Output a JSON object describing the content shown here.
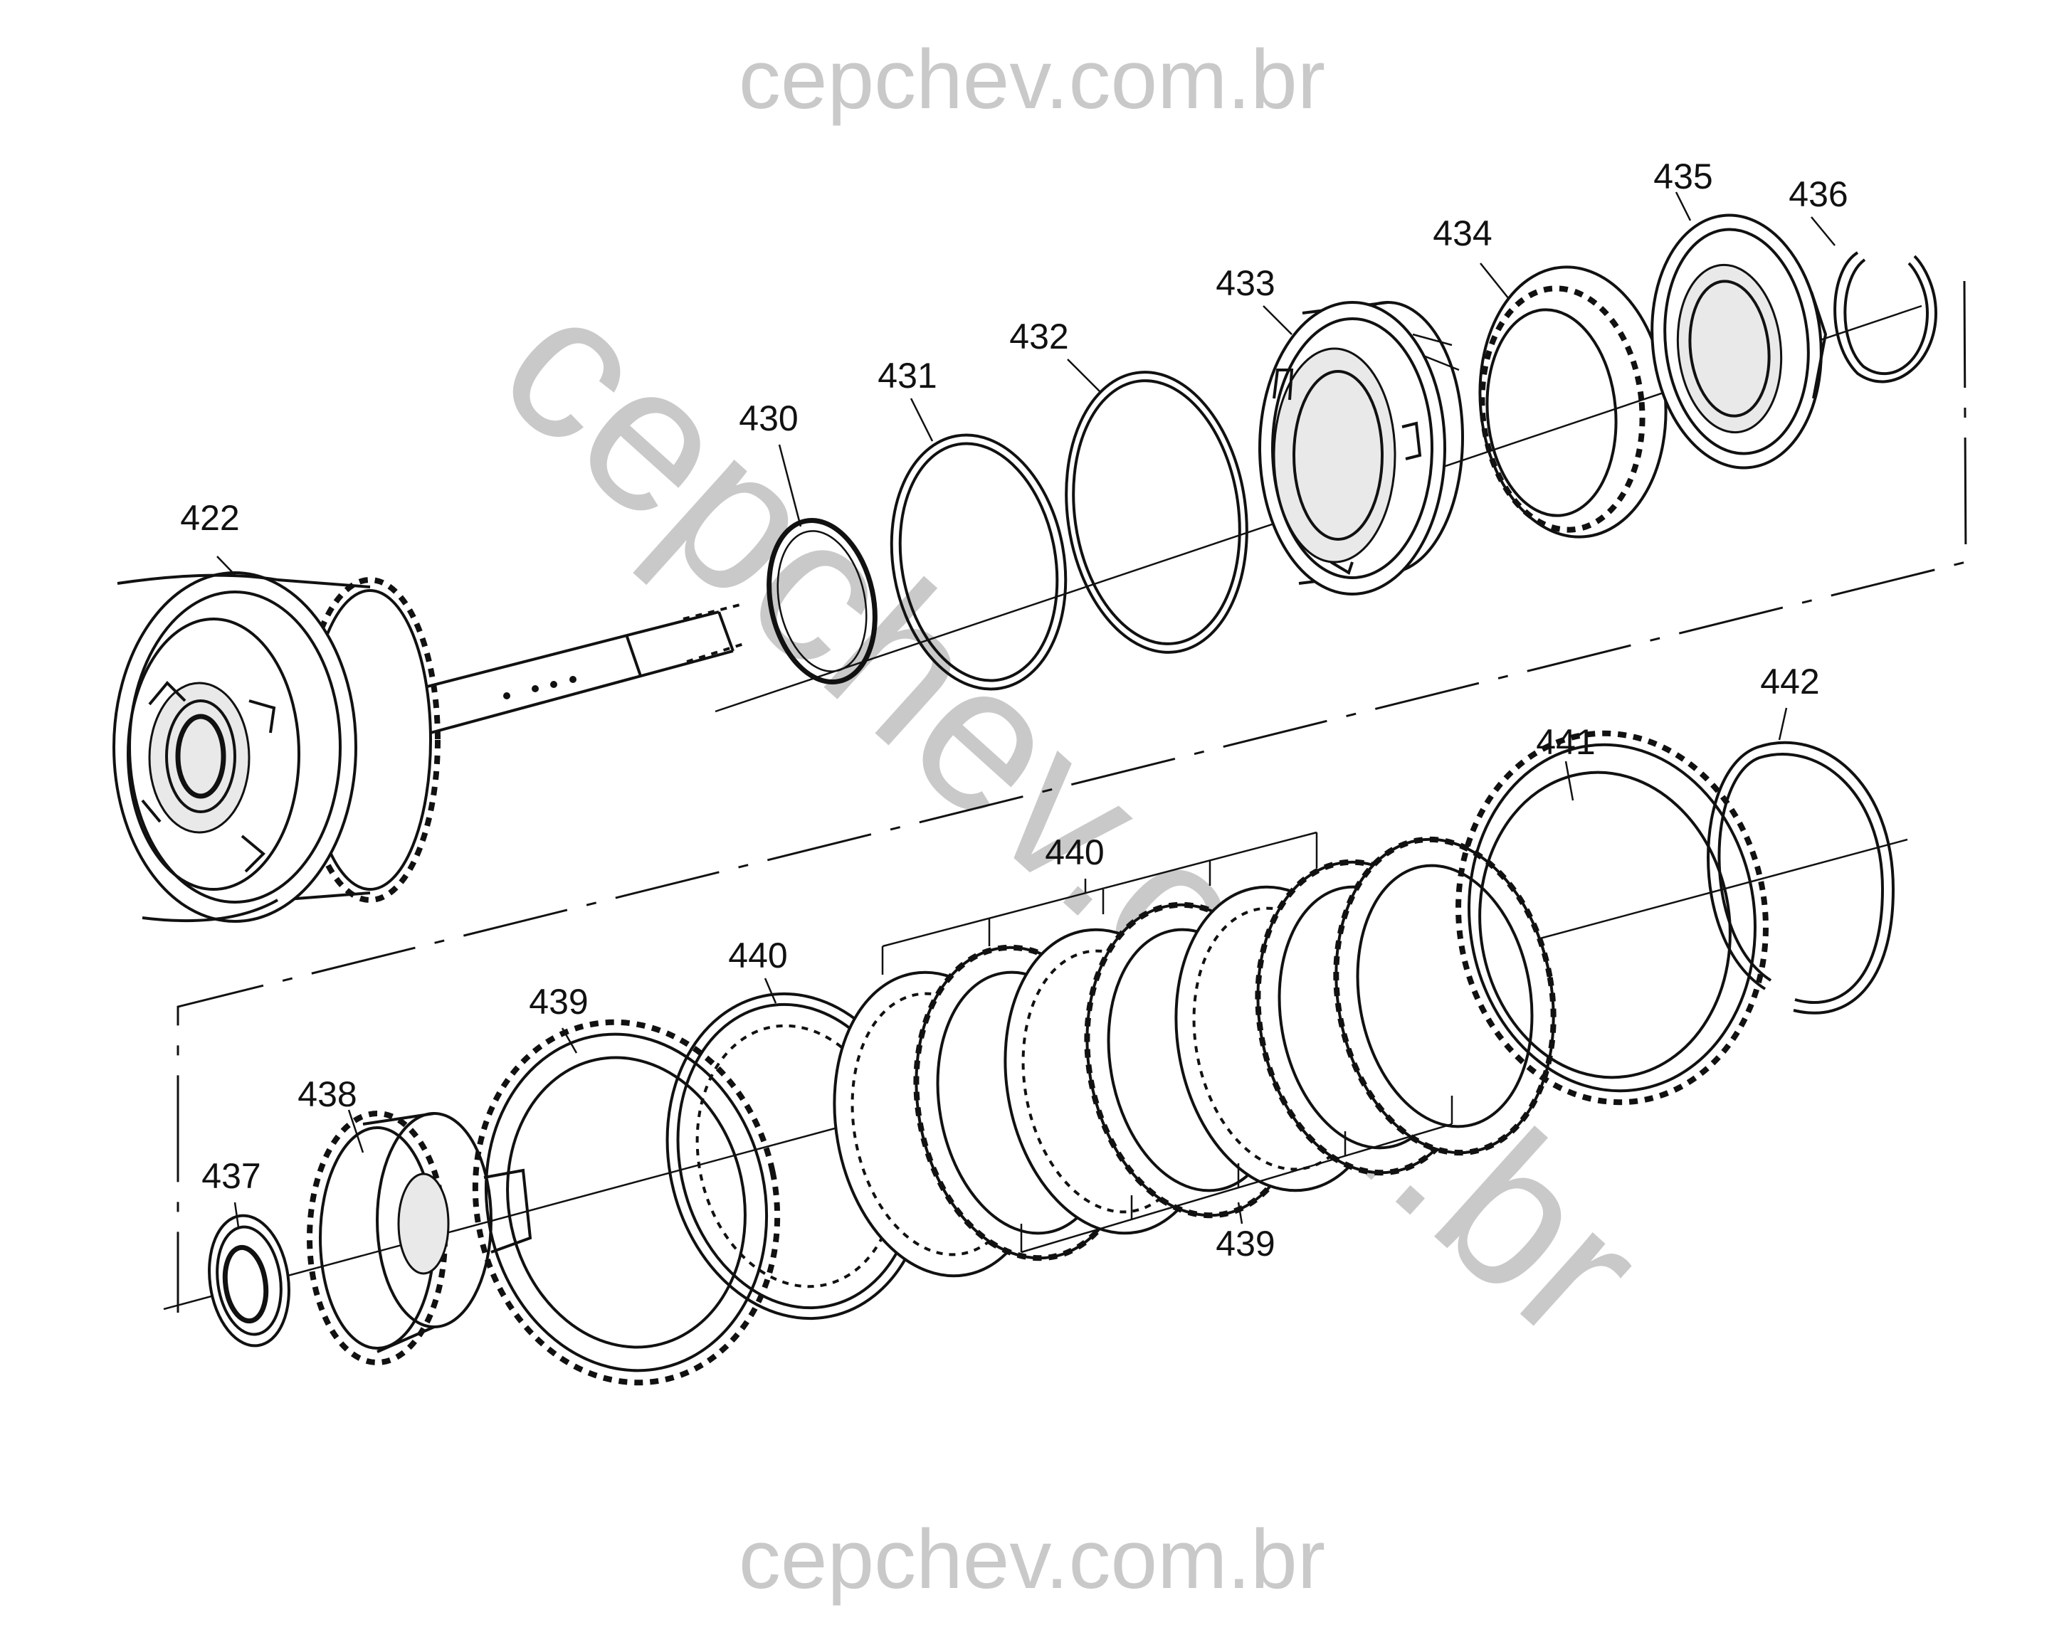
{
  "watermark": {
    "top": "cepchev.com.br",
    "bottom": "cepchev.com.br",
    "diagonal": "cepchev.com.br",
    "color": "#c9c9c9"
  },
  "callouts": {
    "c422": "422",
    "c430": "430",
    "c431": "431",
    "c432": "432",
    "c433": "433",
    "c434": "434",
    "c435": "435",
    "c436": "436",
    "c437": "437",
    "c438": "438",
    "c439a": "439",
    "c439b": "439",
    "c440a": "440",
    "c440b": "440",
    "c441": "441",
    "c442": "442"
  },
  "line_color": "#111111"
}
